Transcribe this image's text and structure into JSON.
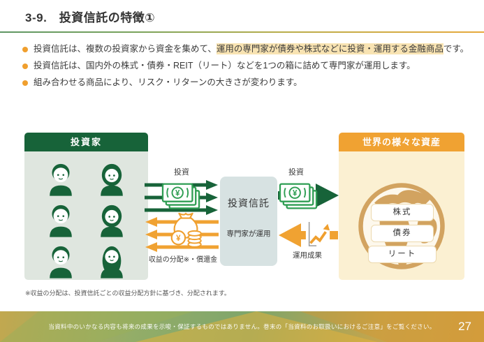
{
  "title": "3-9.　投資信託の特徴①",
  "bullets": [
    {
      "pre": "投資信託は、複数の投資家から資金を集めて、",
      "highlight": "運用の専門家が債券や株式などに投資・運用する金融商品",
      "post": "です。"
    },
    {
      "pre": "投資信託は、国内外の株式・債券・REIT（リート）などを1つの箱に詰めて専門家が運用します。",
      "highlight": "",
      "post": ""
    },
    {
      "pre": "組み合わせる商品により、リスク・リターンの大きさが変わります。",
      "highlight": "",
      "post": ""
    }
  ],
  "diagram": {
    "investors": {
      "title": "投資家"
    },
    "trust": {
      "title": "投資信託",
      "subtitle": "専門家が運用"
    },
    "assets": {
      "title": "世界の様々な資産",
      "items": [
        "株式",
        "債券",
        "リート"
      ]
    },
    "labels": {
      "invest_left": "投資",
      "invest_right": "投資",
      "returns": "収益の分配※・償還金",
      "results": "運用成果"
    }
  },
  "footnote": "※収益の分配は、投資信託ごとの収益分配方針に基づき、分配されます。",
  "footer": {
    "disclaimer": "当資料中のいかなる内容も将来の成果を示唆・保証するものではありません。巻末の「当資料のお取扱いにおけるご注意」をご覧ください。",
    "page": "27"
  },
  "colors": {
    "dark_green": "#176339",
    "money_green": "#2f9e53",
    "accent_orange": "#f0a232",
    "bullet_orange": "#f09f2e",
    "highlight": "#f8e3b2",
    "investors_body": "#dfe6df",
    "trust_bg": "#d7e2e2",
    "assets_body": "#fbf0d2",
    "globe_tan": "#d2a360"
  }
}
